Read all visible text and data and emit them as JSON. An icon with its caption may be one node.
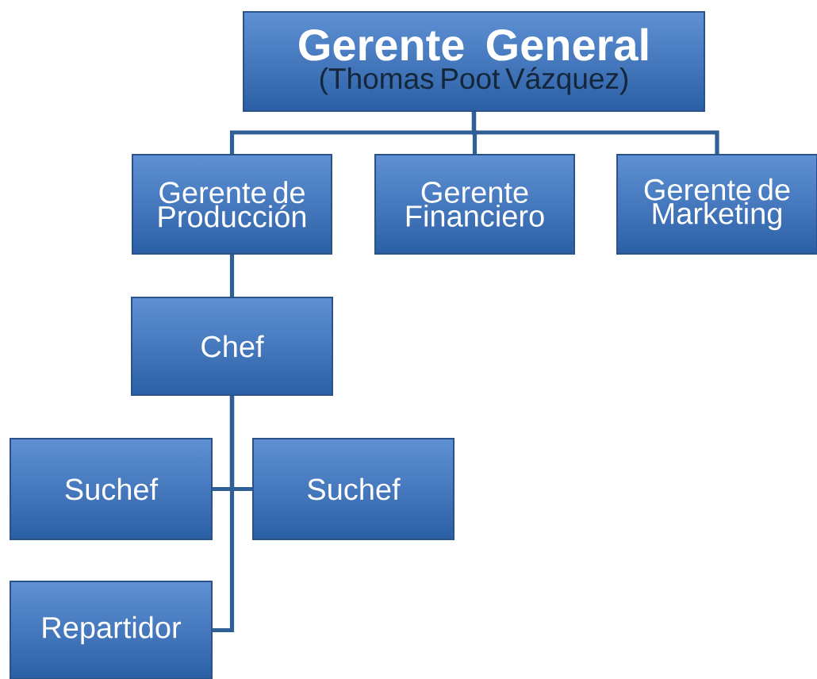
{
  "diagram": {
    "nodes": [
      {
        "text": [
          "Gerente General",
          "(Thomas Poot Vázquez)"
        ]
      },
      {
        "text": [
          "Gerente de Producción"
        ]
      },
      {
        "text": [
          "Gerente Financiero"
        ]
      },
      {
        "text": [
          "Gerente de Marketing"
        ]
      },
      {
        "text": [
          "Chef"
        ]
      },
      {
        "text": [
          "Suchef"
        ]
      },
      {
        "text": [
          "Suchef"
        ]
      },
      {
        "text": [
          "Repartidor"
        ]
      }
    ],
    "edges": [
      {
        "from": 0,
        "to": 1,
        "arrow": "none"
      },
      {
        "from": 0,
        "to": 2,
        "arrow": "none"
      },
      {
        "from": 0,
        "to": 3,
        "arrow": "none"
      },
      {
        "from": 1,
        "to": 4,
        "arrow": "none"
      },
      {
        "from": 4,
        "to": 5,
        "arrow": "none"
      },
      {
        "from": 4,
        "to": 6,
        "arrow": "none"
      },
      {
        "from": 4,
        "to": 7,
        "arrow": "none"
      }
    ]
  }
}
